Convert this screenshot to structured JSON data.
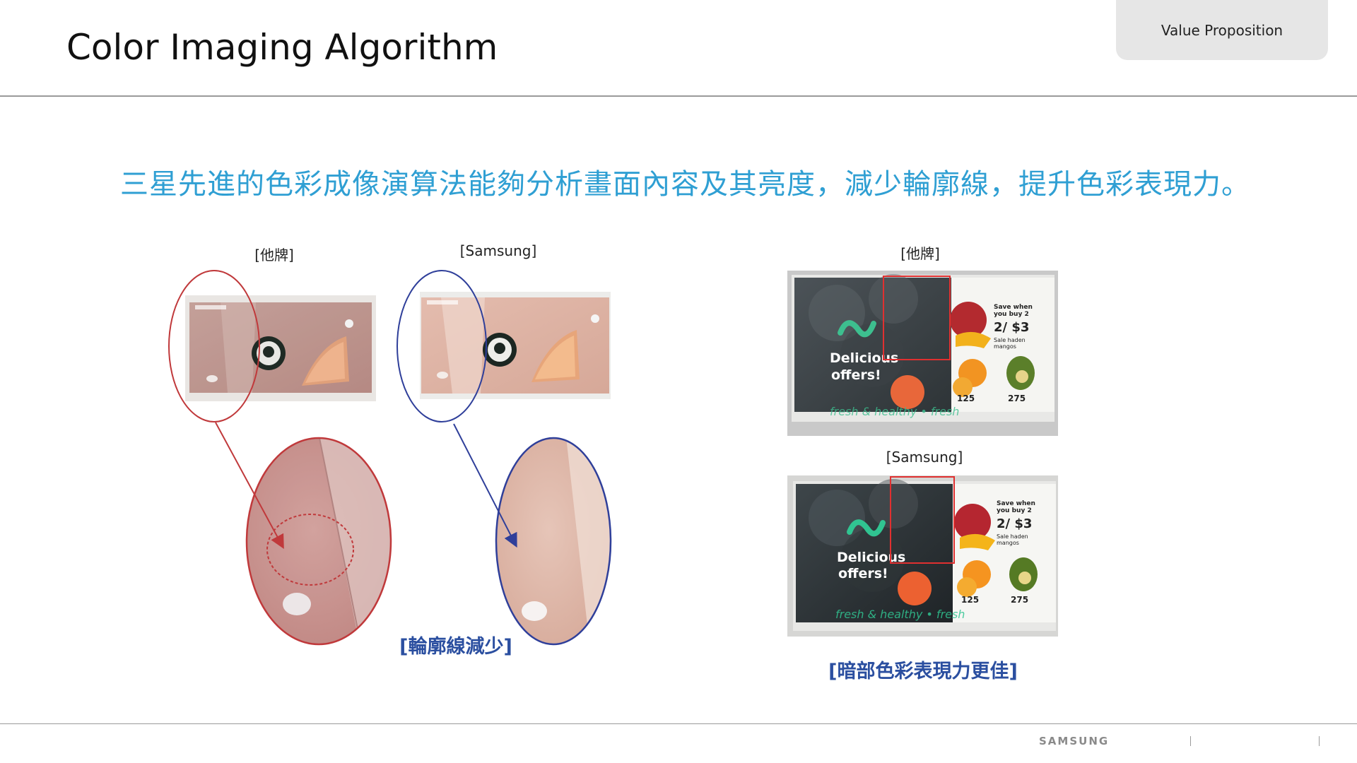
{
  "header": {
    "title": "Color Imaging Algorithm",
    "tag": "Value Proposition"
  },
  "subtitle": "三星先進的色彩成像演算法能夠分析畫面內容及其亮度，減少輪廓線，提升色彩表現力。",
  "left_comparison": {
    "label_other": "[他牌]",
    "label_samsung": "[Samsung]",
    "caption": "[輪廓線減少]"
  },
  "right_comparison": {
    "label_other": "[他牌]",
    "label_samsung": "[Samsung]",
    "caption": "[暗部色彩表現力更佳]",
    "screen_text": {
      "headline_1": "Delicious",
      "headline_2": "offers!",
      "save_1": "Save when",
      "save_2": "you buy 2",
      "price": "2/ $3",
      "sale_1": "Sale haden",
      "sale_2": "mangos",
      "price_a": "125",
      "price_b": "275",
      "banner": "fresh & healthy • fresh"
    }
  },
  "footer": {
    "brand": "SAMSUNG"
  },
  "colors": {
    "accent_blue": "#2f9fd3",
    "caption_blue": "#2b4fa0",
    "circle_red": "#c0393b",
    "circle_blue": "#2f3f9a"
  }
}
